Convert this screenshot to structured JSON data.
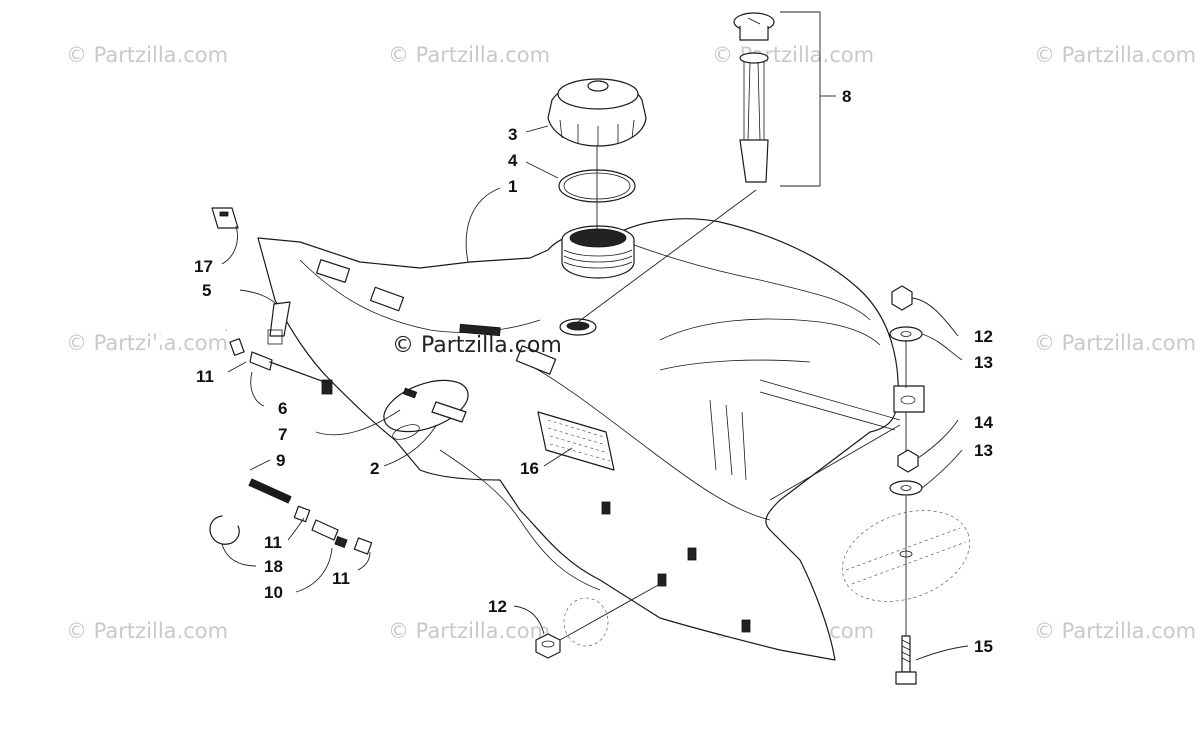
{
  "watermark_text": "© Partzilla.com",
  "center_watermark_text": "© Partzilla.com",
  "callouts": {
    "c1": "1",
    "c2": "2",
    "c3": "3",
    "c4": "4",
    "c5": "5",
    "c6": "6",
    "c7": "7",
    "c8": "8",
    "c9": "9",
    "c10": "10",
    "c11a": "11",
    "c11b": "11",
    "c11c": "11",
    "c12a": "12",
    "c12b": "12",
    "c13a": "13",
    "c13b": "13",
    "c14": "14",
    "c15": "15",
    "c16": "16",
    "c17": "17",
    "c18": "18"
  }
}
